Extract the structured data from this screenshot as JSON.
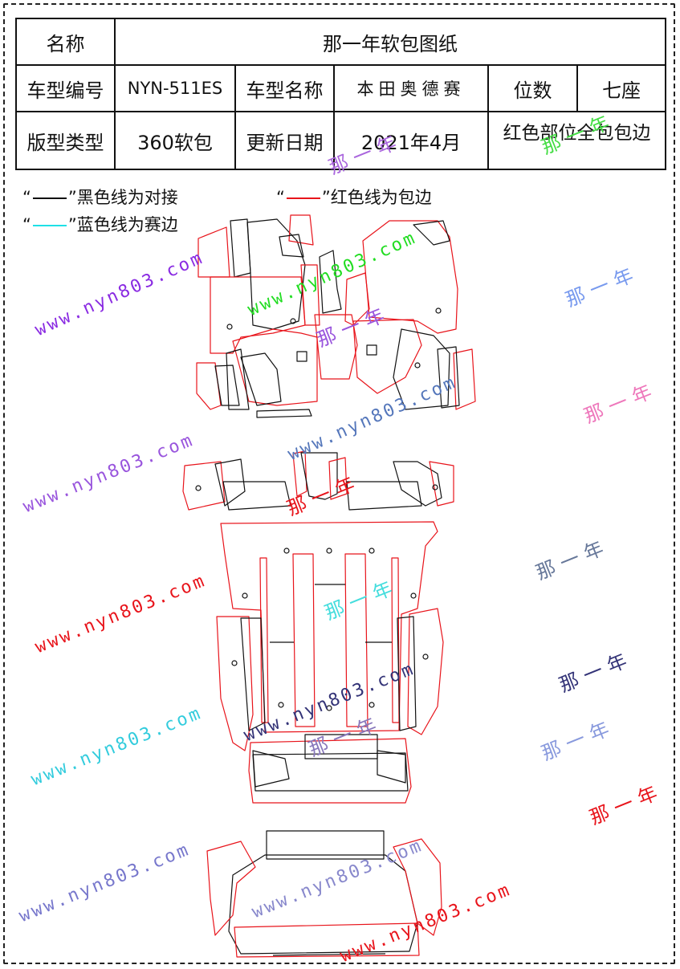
{
  "title": "那一年软包图纸",
  "table": {
    "name_label": "名称",
    "model_code_label": "车型编号",
    "model_code": "NYN-511ES",
    "model_name_label": "车型名称",
    "model_name": "本田奥德赛",
    "seats_label": "位数",
    "seats": "七座",
    "type_label": "版型类型",
    "type": "360软包",
    "update_label": "更新日期",
    "update_date": "2021年4月",
    "note": "红色部位全包包边"
  },
  "legend": {
    "black": "黑色线为对接",
    "red": "红色线为包边",
    "blue": "蓝色线为赛边",
    "colors": {
      "black": "#111111",
      "red": "#e8141b",
      "blue": "#1fe0e6"
    }
  },
  "watermarks": {
    "url": "www.nyn803.com",
    "brand": "那一年"
  }
}
